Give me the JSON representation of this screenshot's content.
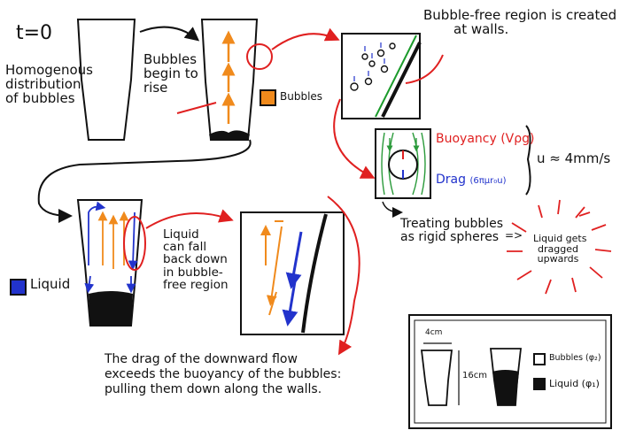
{
  "time_label": "t=0",
  "labels": {
    "homogeneous": [
      "Homogenous",
      "distribution",
      "of bubbles"
    ],
    "bubbles_rise": [
      "Bubbles",
      "begin to",
      "rise"
    ],
    "legend_bubbles": "Bubbles",
    "bubble_free": [
      "Bubble-free region is created",
      "at walls."
    ],
    "buoyancy": "Buoyancy",
    "buoyancy_formula": "(Vρg)",
    "drag": "Drag",
    "drag_formula": "(6πμr₀u)",
    "velocity": "u ≈ 4mm/s",
    "rigid_spheres": [
      "Treating bubbles",
      "as rigid spheres"
    ],
    "implies": "=>",
    "liquid_dragged": [
      "Liquid gets",
      "dragged",
      "upwards"
    ],
    "legend_liquid": "Liquid",
    "liquid_fall": [
      "Liquid",
      "can fall",
      "back down",
      "in bubble-",
      "free region"
    ],
    "conclusion": [
      "The drag of the downward flow",
      "exceeds the buoyancy of the bubbles:",
      "pulling them down along the walls."
    ],
    "dim_width": "4cm",
    "dim_height": "16cm",
    "key_bubbles": "Bubbles (φ₂)",
    "key_liquid": "Liquid (φ₁)"
  },
  "colors": {
    "bubble_arrow": "#f08a1c",
    "liquid_arrow": "#2233cc",
    "flow_arrow": "#e02020",
    "wall_green": "#1a9a2a",
    "streamline": "#2a9a3a"
  }
}
